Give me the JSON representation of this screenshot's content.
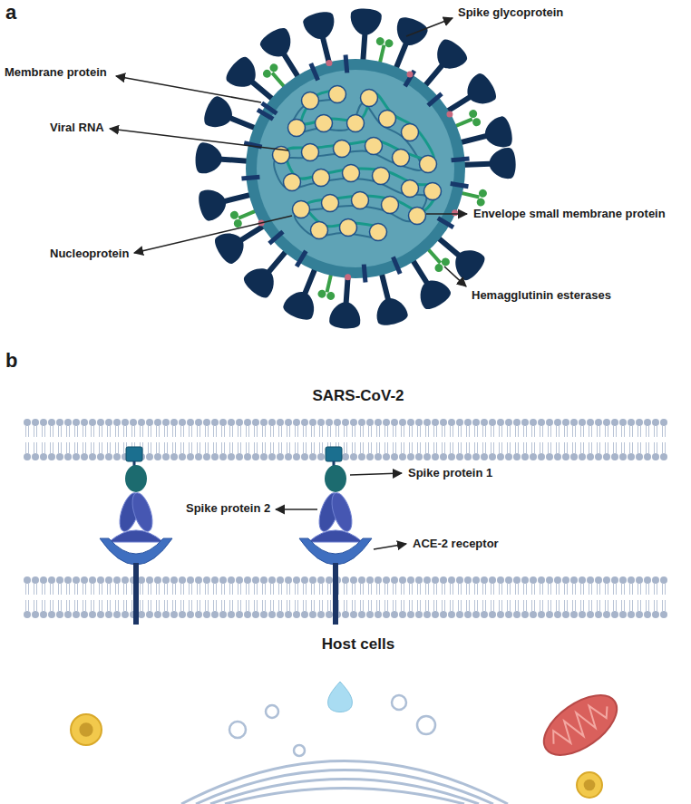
{
  "diagram": {
    "labels": [
      "a",
      "Spike glycoprotein",
      "Membrane protein",
      "Viral RNA",
      "Envelope small membrane protein",
      "Nucleoprotein",
      "Hemagglutinin esterases",
      "b",
      "SARS-CoV-2",
      "Spike protein 1",
      "Spike protein 2",
      "ACE-2 receptor",
      "Host cells"
    ]
  }
}
